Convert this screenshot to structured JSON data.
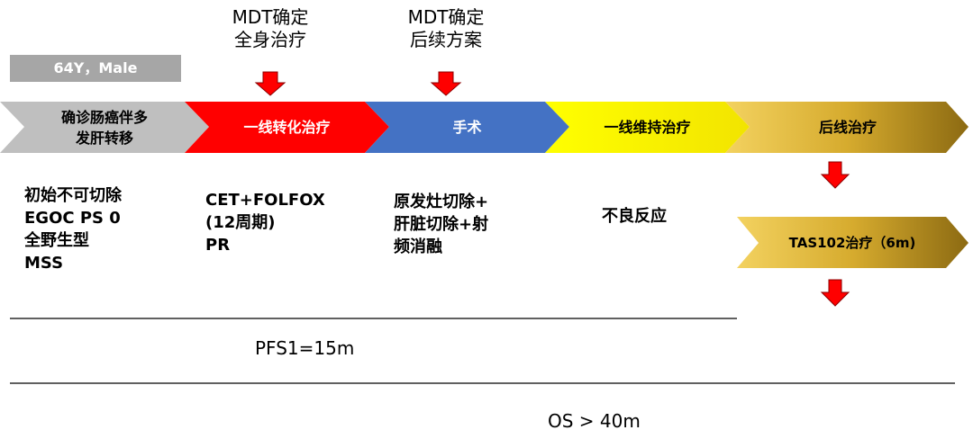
{
  "patient_badge": "64Y，Male",
  "mdt_notes": [
    {
      "lines": [
        "MDT确定",
        "全身治疗"
      ]
    },
    {
      "lines": [
        "MDT确定",
        "后续方案"
      ]
    }
  ],
  "steps": [
    {
      "lines": [
        "确诊肠癌伴多",
        "发肝转移"
      ],
      "color": "#bfbfbf",
      "text_color": "#000000"
    },
    {
      "lines": [
        "一线转化治疗"
      ],
      "color": "#ff0000",
      "text_color": "#ffffff"
    },
    {
      "lines": [
        "手术"
      ],
      "color": "#4472c4",
      "text_color": "#ffffff"
    },
    {
      "lines": [
        "一线维持治疗"
      ],
      "color": "#ffff00",
      "text_color": "#000000"
    },
    {
      "lines": [
        "后线治疗"
      ],
      "color": "#d4a82a",
      "text_color": "#000000"
    }
  ],
  "details": [
    {
      "lines": [
        "初始不可切除",
        "EGOC PS 0",
        "全野生型",
        "MSS"
      ]
    },
    {
      "lines": [
        "CET+FOLFOX",
        "(12周期)",
        "PR"
      ]
    },
    {
      "lines": [
        "原发灶切除+",
        "肝脏切除+射",
        "频消融"
      ]
    },
    {
      "lines": [
        "不良反应"
      ]
    }
  ],
  "later_line_box": {
    "label": "TAS102治疗（6m)",
    "color": "#d4a82a"
  },
  "pfs_label": "PFS1=15m",
  "os_label": "OS > 40m",
  "colors": {
    "arrow_red": "#ff0000",
    "line": "#000000"
  }
}
